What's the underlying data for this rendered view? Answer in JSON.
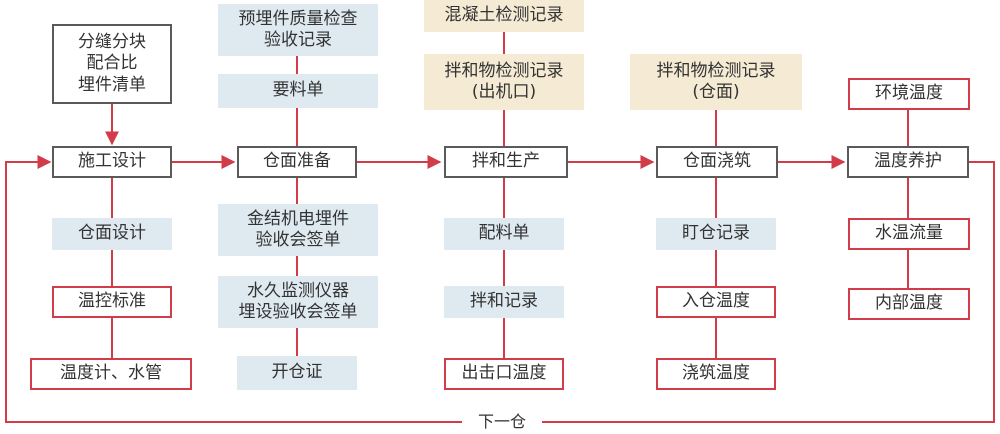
{
  "colors": {
    "line": "#d23b48",
    "main_border": "#5a5a5a",
    "blue_fill": "#dfeaf0",
    "beige_fill": "#f5ebd4",
    "red_border": "#d23b48"
  },
  "nodes": {
    "input_mix": "分缝分块\n配合比\n埋件清单",
    "construction_design": "施工设计",
    "block_design": "仓面设计",
    "temp_control_std": "温控标准",
    "thermometer_pipe": "温度计、水管",
    "embed_quality": "预埋件质量检查\n验收记录",
    "material_request": "要料单",
    "block_prep": "仓面准备",
    "metal_embed": "金结机电埋件\n验收会签单",
    "instrument_embed": "水久监测仪器\n埋设验收会签单",
    "open_permit": "开仓证",
    "concrete_record": "混凝土检测记录",
    "mix_outlet_record": "拌和物检测记录\n(出机口)",
    "mix_production": "拌和生产",
    "batch_sheet": "配料单",
    "mix_record": "拌和记录",
    "outlet_temp": "出击口温度",
    "mix_block_record": "拌和物检测记录\n(仓面)",
    "block_pouring": "仓面浇筑",
    "watch_record": "盯仓记录",
    "entry_temp": "入仓温度",
    "pour_temp": "浇筑温度",
    "ambient_temp": "环境温度",
    "curing": "温度养护",
    "water_temp_flow": "水温流量",
    "internal_temp": "内部温度",
    "next_block": "下一仓"
  }
}
